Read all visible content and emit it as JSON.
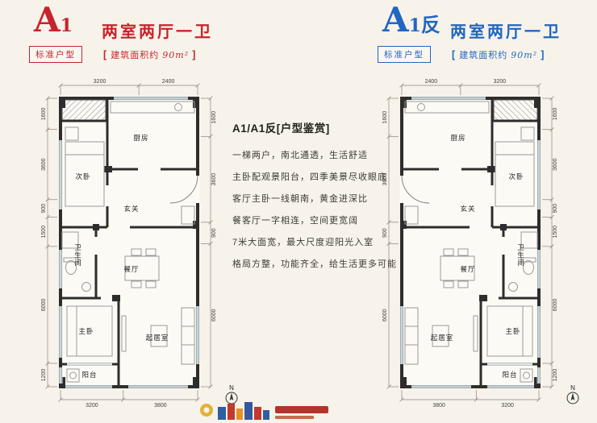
{
  "page": {
    "background": "#f7f3ea"
  },
  "units": [
    {
      "letter": "A",
      "sub": "1",
      "suffix": "",
      "badge": "标准户型",
      "title": "两室两厅一卫",
      "area_prefix": "[",
      "area_label": "建筑面积约",
      "area_value": "90m²",
      "area_suffix": "]",
      "accent": "#c8232c",
      "dims": {
        "top": [
          "3200",
          "2400"
        ],
        "bottom": [
          "3200",
          "3800"
        ],
        "left": [
          "1600",
          "3600",
          "900",
          "1500",
          "6000",
          "1200"
        ],
        "right": [
          "1600",
          "3600",
          "900",
          "6000"
        ]
      },
      "rooms": [
        "厨房",
        "次卧",
        "玄关",
        "卫生间",
        "餐厅",
        "主卧",
        "起居室",
        "阳台"
      ]
    },
    {
      "letter": "A",
      "sub": "1",
      "suffix": "反",
      "badge": "标准户型",
      "title": "两室两厅一卫",
      "area_prefix": "[",
      "area_label": "建筑面积约",
      "area_value": "90m²",
      "area_suffix": "]",
      "accent": "#2166c0",
      "dims": {
        "top": [
          "2400",
          "3200"
        ],
        "bottom": [
          "3800",
          "3200"
        ],
        "left": [
          "1600",
          "3600",
          "900",
          "6000"
        ],
        "right": [
          "1600",
          "3600",
          "900",
          "1500",
          "6000",
          "1200"
        ]
      },
      "rooms": [
        "厨房",
        "次卧",
        "玄关",
        "卫生间",
        "餐厅",
        "主卧",
        "起居室",
        "阳台"
      ]
    }
  ],
  "description": {
    "title": "A1/A1反[户型鉴赏]",
    "lines": [
      "一梯两户，南北通透，生活舒适",
      "主卧配观景阳台，四季美景尽收眼底",
      "客厅主卧一线朝南，黄金进深比",
      "餐客厅一字相连，空间更宽阔",
      "7米大面宽，最大尺度迎阳光入室",
      "格局方整，功能齐全，给生活更多可能"
    ]
  },
  "compass": {
    "label": "N"
  },
  "logo": {
    "colors": [
      "#e0b23a",
      "#2f5fa3",
      "#c2392e",
      "#e2922a",
      "#35589e",
      "#c2392e"
    ]
  }
}
